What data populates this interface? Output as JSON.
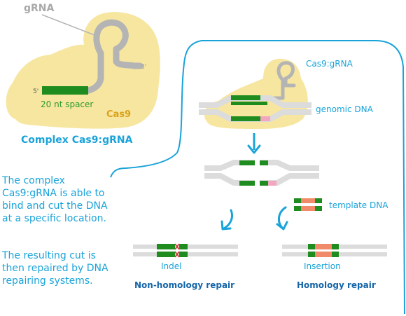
{
  "colors": {
    "cas9_blob": "#f6e6a0",
    "grna": "#b4b4b4",
    "dna_strand": "#dcdcdc",
    "spacer_green": "#1e8c1e",
    "spacer_label_green": "#2e9a2e",
    "pam_pink": "#f2a6c0",
    "template_salmon": "#f08a6a",
    "accent_blue": "#1aa3d9",
    "dark_blue": "#1565a8",
    "cas9_label": "#d9a21a",
    "cut_red": "#d03030"
  },
  "left_panel": {
    "grna_label": "gRNA",
    "prime3": "3'",
    "prime5": "5'",
    "spacer_label": "20 nt spacer",
    "cas9_label": "Cas9",
    "complex_title": "Complex Cas9:gRNA",
    "description_1": "The complex Cas9:gRNA is able to bind and cut the DNA at a specific location.",
    "description_2": "The resulting cut is then repaired by DNA repairing systems."
  },
  "right_panel": {
    "cas9grna_label": "Cas9:gRNA",
    "genomic_label": "genomic DNA",
    "template_label": "template DNA",
    "indel_label": "Indel",
    "insertion_label": "Insertion",
    "nhr_title": "Non-homology repair",
    "hr_title": "Homology repair"
  },
  "icons": [
    "arrow-down-icon",
    "arrow-curved-left-icon",
    "arrow-curved-right-icon",
    "cut-mark-icon"
  ]
}
